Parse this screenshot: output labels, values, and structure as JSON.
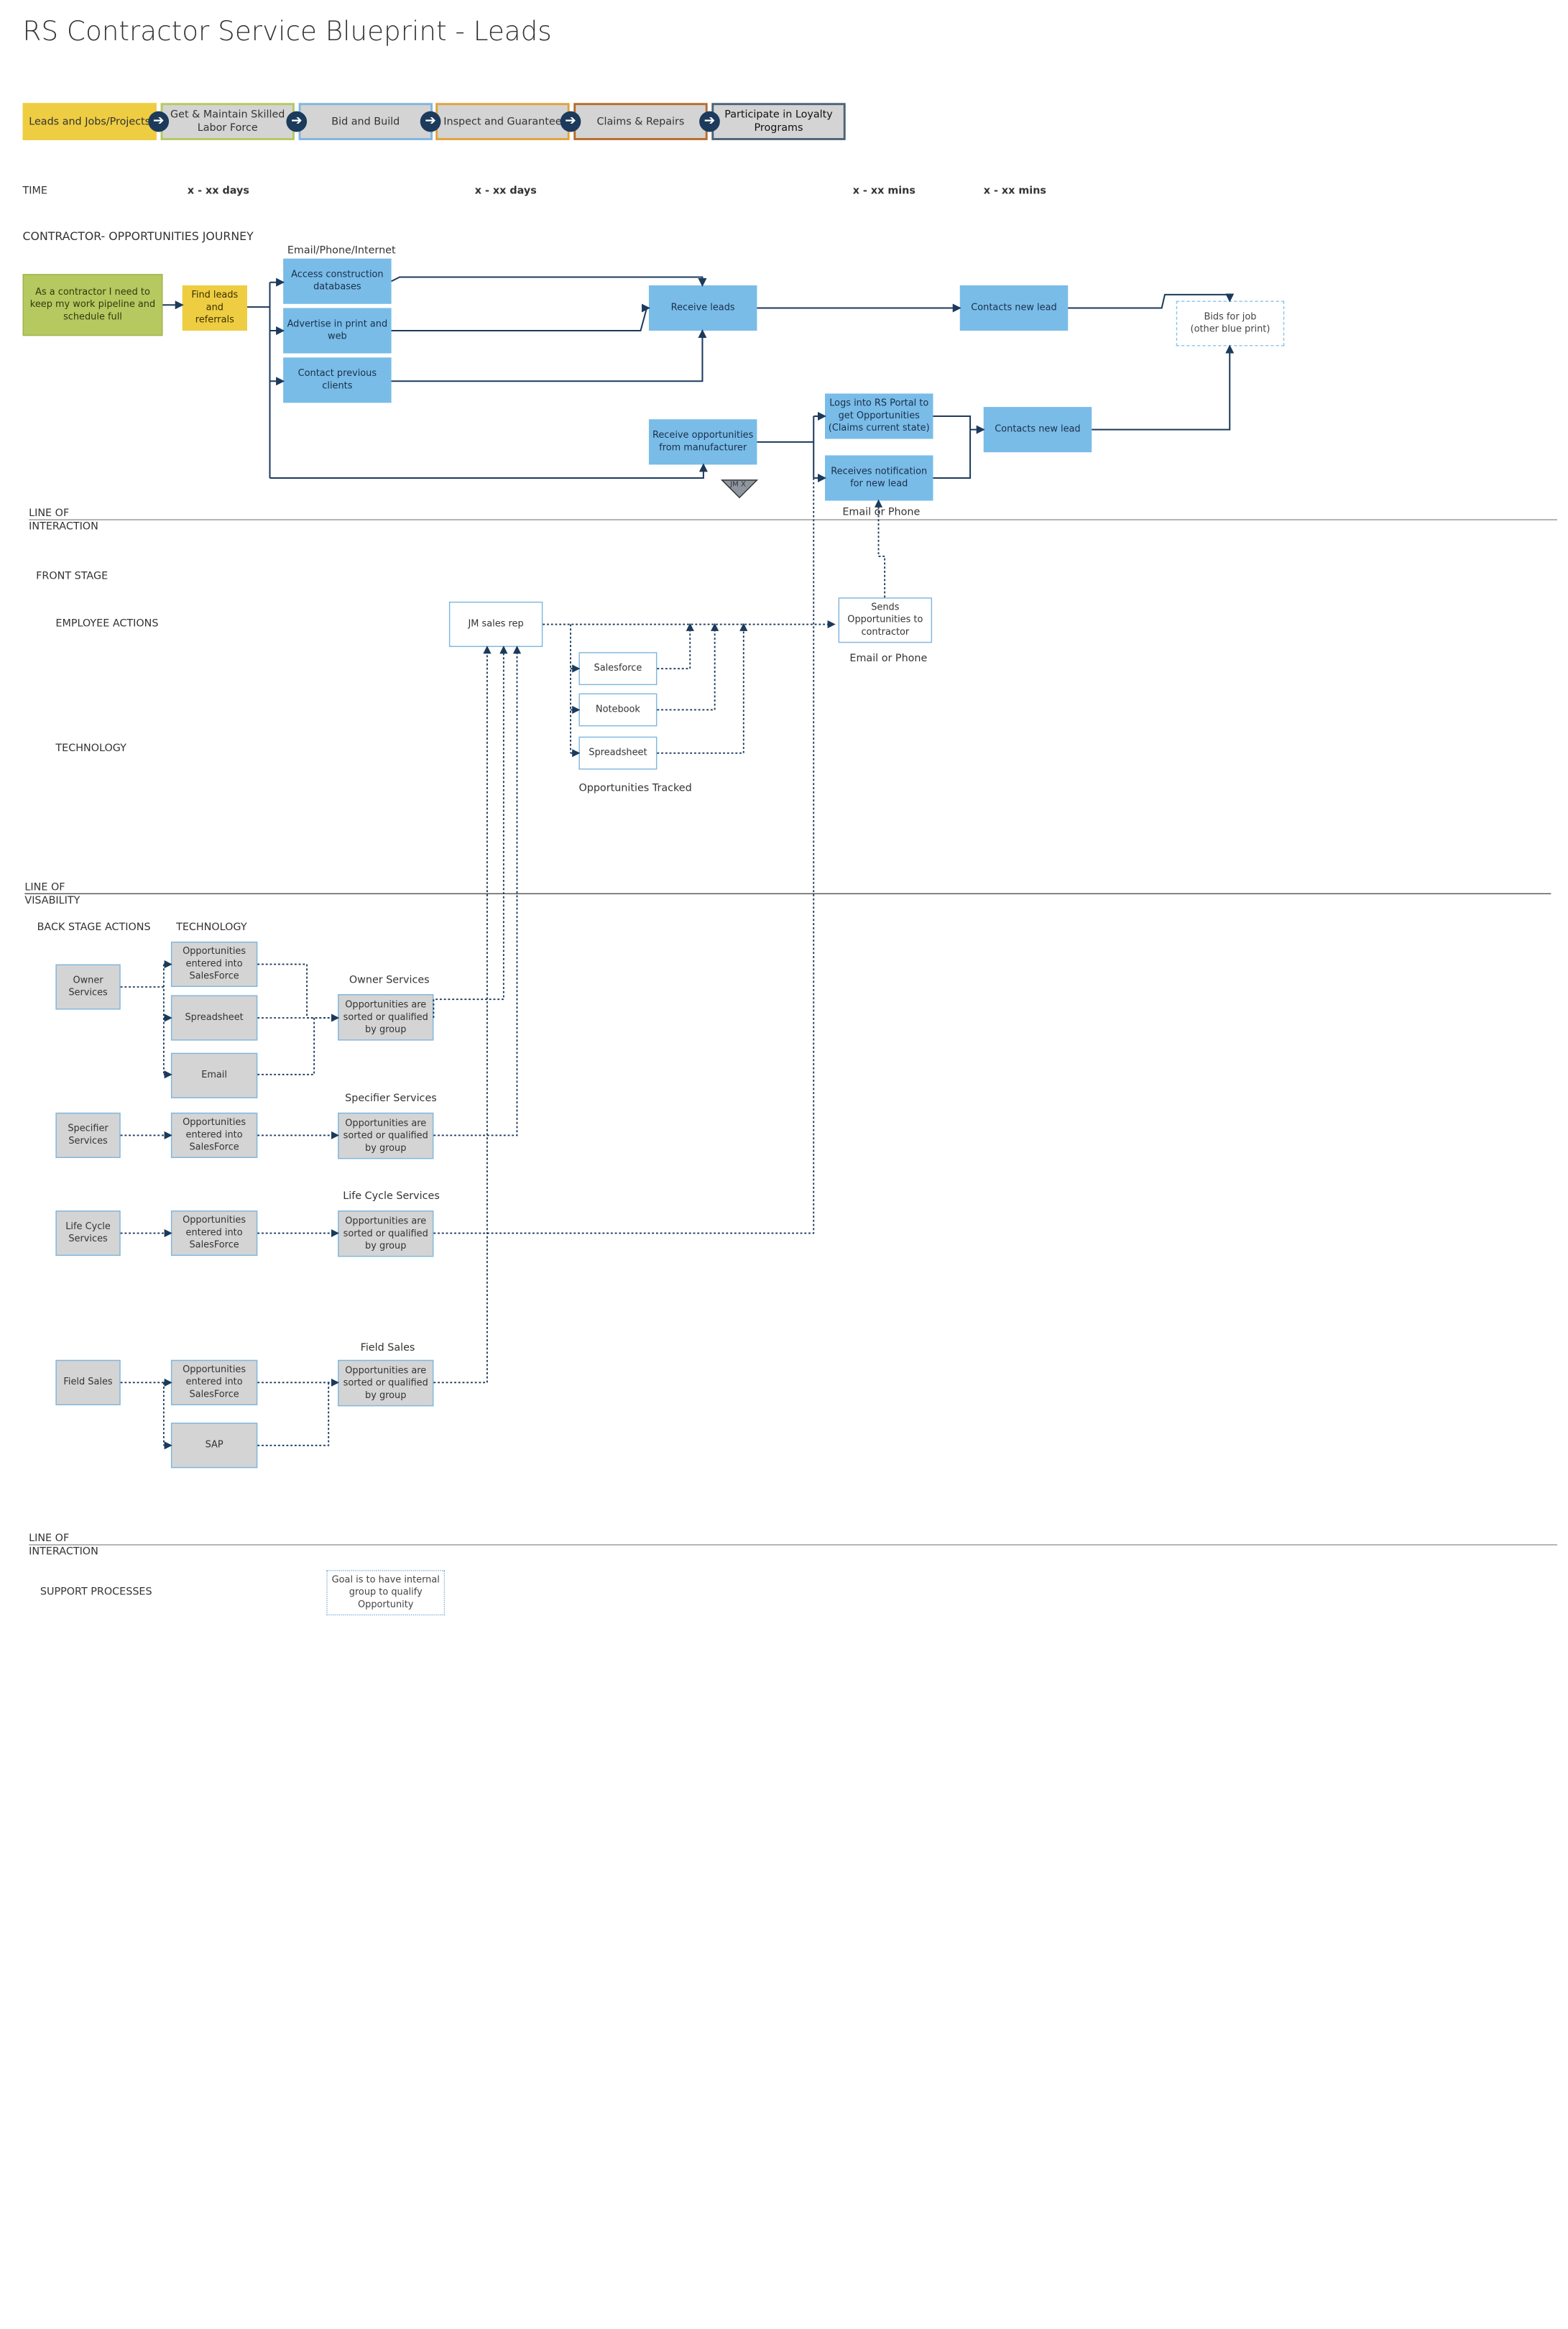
{
  "title": "RS Contractor Service Blueprint - Leads",
  "phases": [
    {
      "label": "Leads and Jobs/Projects",
      "color": "#efcd42",
      "border": "#efcd42"
    },
    {
      "label": "Get & Maintain Skilled Labor Force",
      "color": "#d4d4d4",
      "border": "#b5c960"
    },
    {
      "label": "Bid and Build",
      "color": "#d4d4d4",
      "border": "#7fb6de"
    },
    {
      "label": "Inspect and Guarantee",
      "color": "#d4d4d4",
      "border": "#e3a23a"
    },
    {
      "label": "Claims & Repairs",
      "color": "#d4d4d4",
      "border": "#b86b2a"
    },
    {
      "label": "Participate in Loyalty Programs",
      "color": "#d4d4d4",
      "border": "#4b6278"
    }
  ],
  "time": {
    "label": "TIME",
    "t1": "x - xx days",
    "t2": "x - xx days",
    "t3": "x - xx mins",
    "t4": "x - xx mins"
  },
  "journey": {
    "label": "CONTRACTOR- OPPORTUNITIES  JOURNEY",
    "channel": "Email/Phone/Internet",
    "need": "As a contractor I need to keep my work pipeline and schedule full",
    "find": "Find leads and referrals",
    "access": "Access construction databases",
    "advertise": "Advertise in print and web",
    "contact_prev": "Contact previous clients",
    "receive_leads": "Receive leads",
    "contacts_new_lead_1": "Contacts new lead",
    "bids": "Bids for job\n(other blue print)",
    "receive_mfr": "Receive opportunities from manufacturer",
    "logs_portal": "Logs into RS Portal to get Opportunities (Claims current state)",
    "receives_notif": "Receives notification for new lead",
    "contacts_new_lead_2": "Contacts new lead",
    "jmx": "JM X",
    "email_phone_1": "Email or Phone"
  },
  "lines": {
    "interaction_1": "LINE OF\nINTERACTION",
    "visibility": "LINE OF\nVISABILITY",
    "interaction_2": "LINE OF\nINTERACTION"
  },
  "front": {
    "label": "FRONT STAGE",
    "employee_actions": "EMPLOYEE ACTIONS",
    "technology": "TECHNOLOGY",
    "jm_rep": "JM sales rep",
    "sends_opps": "Sends Opportunities to contractor",
    "email_phone_2": "Email or Phone",
    "salesforce": "Salesforce",
    "notebook": "Notebook",
    "spreadsheet": "Spreadsheet",
    "tracked": "Opportunities  Tracked"
  },
  "back": {
    "label": "BACK STAGE ACTIONS",
    "technology": "TECHNOLOGY",
    "owner": "Owner Services",
    "owner_sf": "Opportunities entered into SalesForce",
    "owner_ss": "Spreadsheet",
    "owner_email": "Email",
    "owner_heading": "Owner Services",
    "owner_sorted": "Opportunities are sorted or qualified by group",
    "spec": "Specifier Services",
    "spec_sf": "Opportunities entered into SalesForce",
    "spec_heading": "Specifier Services",
    "spec_sorted": "Opportunities are sorted or qualified by group",
    "life": "Life Cycle Services",
    "life_sf": "Opportunities entered into SalesForce",
    "life_heading": "Life Cycle Services",
    "life_sorted": "Opportunities are sorted or qualified by group",
    "field": "Field Sales",
    "field_sf": "Opportunities entered into SalesForce",
    "field_sap": "SAP",
    "field_heading": "Field Sales",
    "field_sorted": "Opportunities are sorted or qualified by group"
  },
  "support": {
    "label": "SUPPORT PROCESSES",
    "goal": "Goal is to have internal group to qualify Opportunity"
  }
}
